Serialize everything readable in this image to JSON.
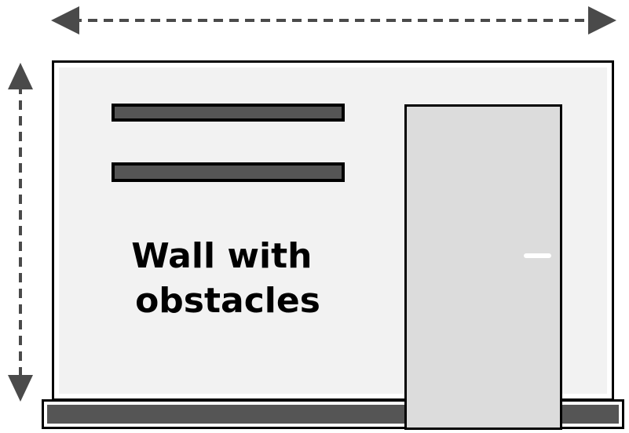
{
  "label": {
    "line1": "Wall with",
    "line2": "obstacles"
  },
  "colors": {
    "arrow": "#4a4a4a",
    "wall_fill": "#f2f2f2",
    "outline": "#000000",
    "shelf_fill": "#555555",
    "door_fill": "#dcdcdc",
    "door_handle": "#ffffff",
    "baseboard_fill": "#555555"
  },
  "icons": {
    "width_arrow": "double-headed-horizontal-arrow",
    "height_arrow": "double-headed-vertical-arrow"
  }
}
